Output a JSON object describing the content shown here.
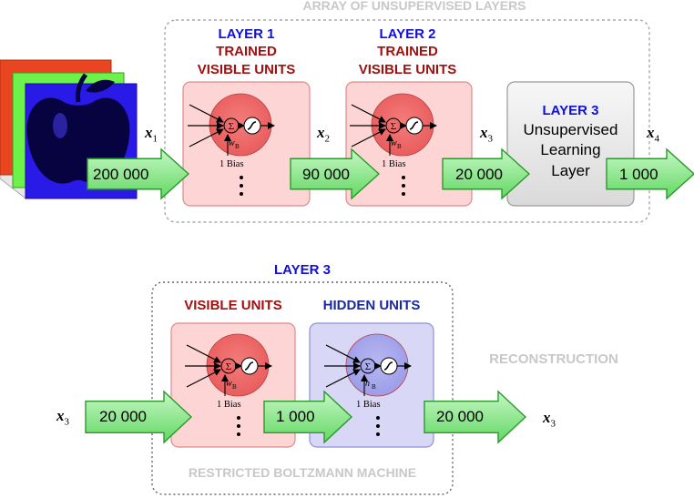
{
  "top_section": {
    "group_title": "ARRAY OF UNSUPERVISED LAYERS",
    "layer1": {
      "name": "LAYER 1",
      "line2": "TRAINED",
      "line3": "VISIBLE UNITS"
    },
    "layer2": {
      "name": "LAYER 2",
      "line2": "TRAINED",
      "line3": "VISIBLE UNITS"
    },
    "layer3": {
      "name": "LAYER 3",
      "line2": "Unsupervised",
      "line3": "Learning",
      "line4": "Layer"
    },
    "vars": {
      "x1": "x",
      "x1_sub": "1",
      "x2": "x",
      "x2_sub": "2",
      "x3": "x",
      "x3_sub": "3",
      "x4": "x",
      "x4_sub": "4"
    },
    "arrows": [
      "200 000",
      "90 000",
      "20 000",
      "1 000"
    ],
    "neuron_bias_text": "1  Bias",
    "neuron_weight": "w",
    "neuron_weight_sub": "B",
    "sum_symbol": "Σ"
  },
  "bottom_section": {
    "title": "LAYER 3",
    "visible_label": "VISIBLE UNITS",
    "hidden_label": "HIDDEN UNITS",
    "reconstruction_label": "RECONSTRUCTION",
    "rbm_label": "RESTRICTED BOLTZMANN MACHINE",
    "input_var": "x",
    "input_var_sub": "3",
    "output_var": "x",
    "output_var_sub": "3",
    "arrows": [
      "20 000",
      "1 000",
      "20 000"
    ],
    "visible_weight": "w",
    "visible_weight_sub": "B",
    "hidden_weight": "h",
    "hidden_weight_sub": "B",
    "neuron_bias_text": "1  Bias"
  },
  "colors": {
    "red_box": "#fdd5d5",
    "red_circle": "#f07070",
    "blue_box": "#d8d8f6",
    "blue_circle": "#a8a8ee",
    "grey_box": "#e6e6e6",
    "arrow_fill": "#8ce88c",
    "arrow_stroke": "#2a9a2a"
  }
}
